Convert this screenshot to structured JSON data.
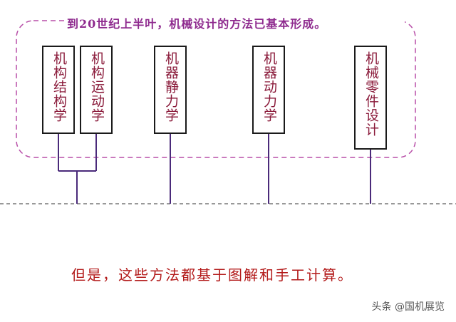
{
  "top_caption": "到20世纪上半叶，机械设计的方法已基本形成。",
  "branches": [
    {
      "label": "机构结构学",
      "color": "#8a1a3a"
    },
    {
      "label": "机构运动学",
      "color": "#8a1a3a"
    },
    {
      "label": "机器静力学",
      "color": "#8a1a3a"
    },
    {
      "label": "机器动力学",
      "color": "#8a1a3a"
    },
    {
      "label": "机械零件设计",
      "color": "#8a1a3a"
    }
  ],
  "bottom_caption": "但是，这些方法都基于图解和手工计算。",
  "watermark": "头条 @国机展览",
  "colors": {
    "dashed_group_border": "#b84fa8",
    "caption_purple": "#8e2a8e",
    "label_red": "#8a1a3a",
    "bottom_red": "#b31a1a",
    "line_dark": "#1a1a1a",
    "connector_purple": "#4a2a7a"
  }
}
